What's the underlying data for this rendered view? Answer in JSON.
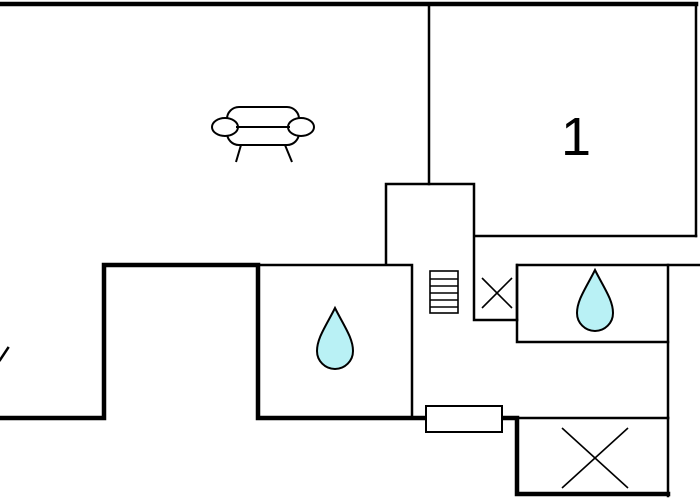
{
  "floor_plan": {
    "rooms": [
      {
        "id": "living-room",
        "icon": "sofa-icon"
      },
      {
        "id": "bedroom",
        "label": "1"
      },
      {
        "id": "bathroom-left",
        "icon": "water-drop-icon"
      },
      {
        "id": "bathroom-right",
        "icon": "water-drop-icon"
      },
      {
        "id": "stairs",
        "icon": "stairs-icon"
      },
      {
        "id": "storage-small",
        "icon": "cross-box-icon"
      },
      {
        "id": "storage-large",
        "icon": "cross-box-icon"
      },
      {
        "id": "kitchen-counter",
        "icon": "counter-icon"
      }
    ],
    "colors": {
      "wall": "#000000",
      "water_fill": "#b9f1f5",
      "background": "#ffffff"
    }
  }
}
